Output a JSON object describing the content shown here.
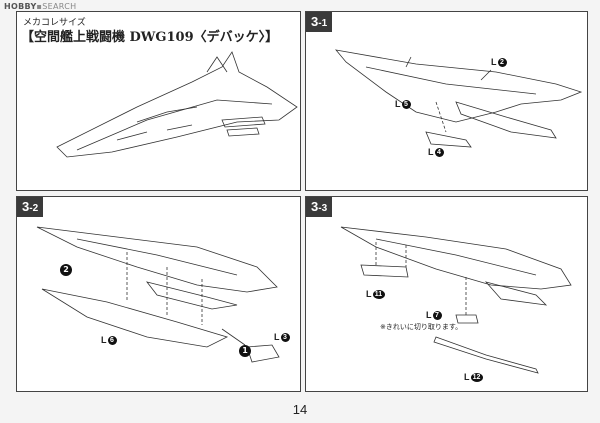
{
  "watermark": {
    "brand": "HOBBY",
    "rest": "SEARCH"
  },
  "header": {
    "subtitle": "メカコレサイズ",
    "title": "【空間艦上戦闘機 DWG109〈デバッケ〉】"
  },
  "steps": [
    {
      "main": "3",
      "sub": "-1"
    },
    {
      "main": "3",
      "sub": "-2"
    },
    {
      "main": "3",
      "sub": "-3"
    }
  ],
  "parts": {
    "p31": [
      {
        "letter": "L",
        "num": "2"
      },
      {
        "letter": "L",
        "num": "5"
      },
      {
        "letter": "L",
        "num": "4"
      }
    ],
    "p32": [
      {
        "num": "2"
      },
      {
        "letter": "L",
        "num": "6"
      },
      {
        "num": "1"
      },
      {
        "letter": "L",
        "num": "3"
      }
    ],
    "p33": [
      {
        "letter": "L",
        "num": "11"
      },
      {
        "letter": "L",
        "num": "7"
      },
      {
        "letter": "L",
        "num": "12"
      }
    ]
  },
  "note": "※きれいに切り取ります。",
  "page_number": "14"
}
